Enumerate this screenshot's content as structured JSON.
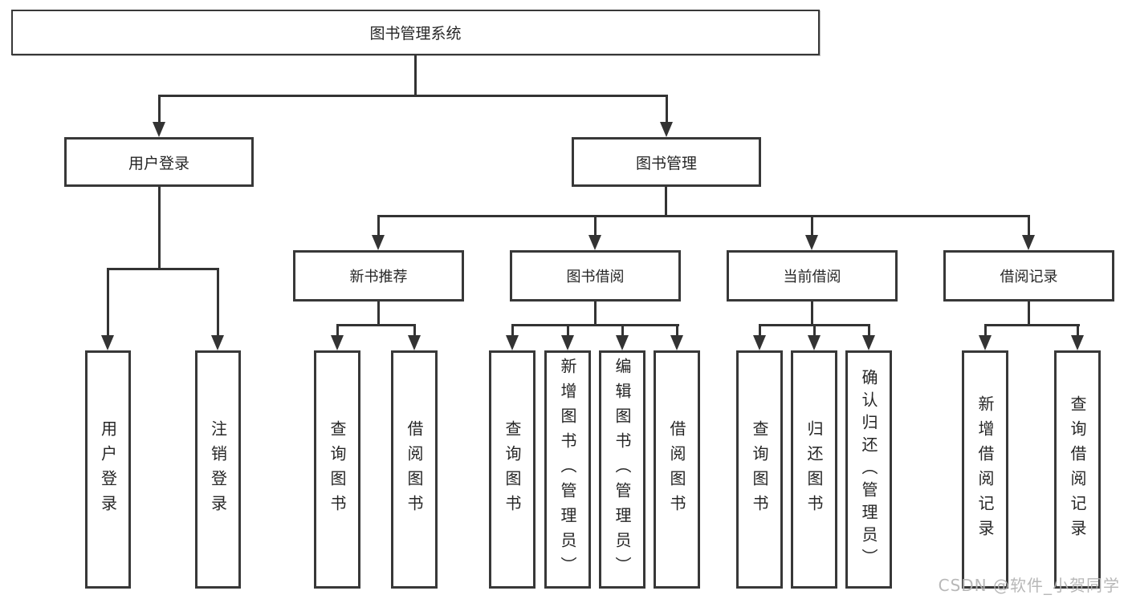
{
  "diagram_title": "图书管理系统",
  "tree": {
    "root": "图书管理系统",
    "user_login": {
      "label": "用户登录",
      "children": [
        "用户登录",
        "注销登录"
      ]
    },
    "book_mgmt": {
      "label": "图书管理"
    },
    "new_book": {
      "label": "新书推荐",
      "children": [
        "查询图书",
        "借阅图书"
      ]
    },
    "book_borrow": {
      "label": "图书借阅",
      "children": [
        "查询图书",
        "新增图书（管理员）",
        "编辑图书（管理员）",
        "借阅图书"
      ]
    },
    "current_borrow": {
      "label": "当前借阅",
      "children": [
        "查询图书",
        "归还图书",
        "确认归还（管理员）"
      ]
    },
    "borrow_record": {
      "label": "借阅记录",
      "children": [
        "新增借阅记录",
        "查询借阅记录"
      ]
    }
  },
  "watermark": "CSDN @软件_小贺同学",
  "icons": {
    "arrowhead": "filled-triangle-down-css-shape"
  },
  "colors": {
    "background": "#ffffff",
    "line": "#333333",
    "box_border": "#383838",
    "text": "#262626",
    "watermark": "#b2b2b2"
  }
}
